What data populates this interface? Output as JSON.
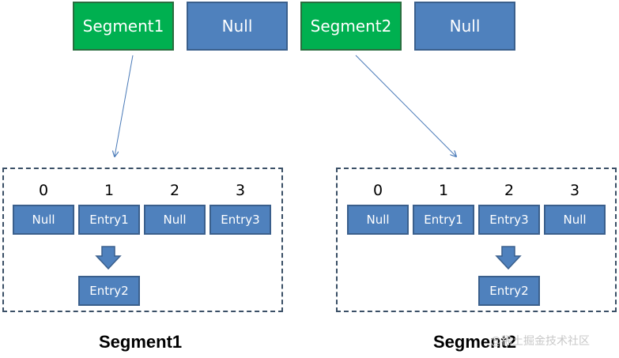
{
  "top_row": [
    "Segment1",
    "Null",
    "Segment2",
    "Null"
  ],
  "left_table": {
    "indices": [
      "0",
      "1",
      "2",
      "3"
    ],
    "cells": [
      "Null",
      "Entry1",
      "Null",
      "Entry3"
    ],
    "chained": "Entry2",
    "caption": "Segment1"
  },
  "right_table": {
    "indices": [
      "0",
      "1",
      "2",
      "3"
    ],
    "cells": [
      "Null",
      "Entry1",
      "Entry3",
      "Null"
    ],
    "chained": "Entry2",
    "caption": "Segment2"
  },
  "watermark": "@稀土掘金技术社区",
  "colors": {
    "segment": "#00b050",
    "null": "#4f81bd",
    "entry": "#4f81bd",
    "border": "#3a4f66"
  }
}
